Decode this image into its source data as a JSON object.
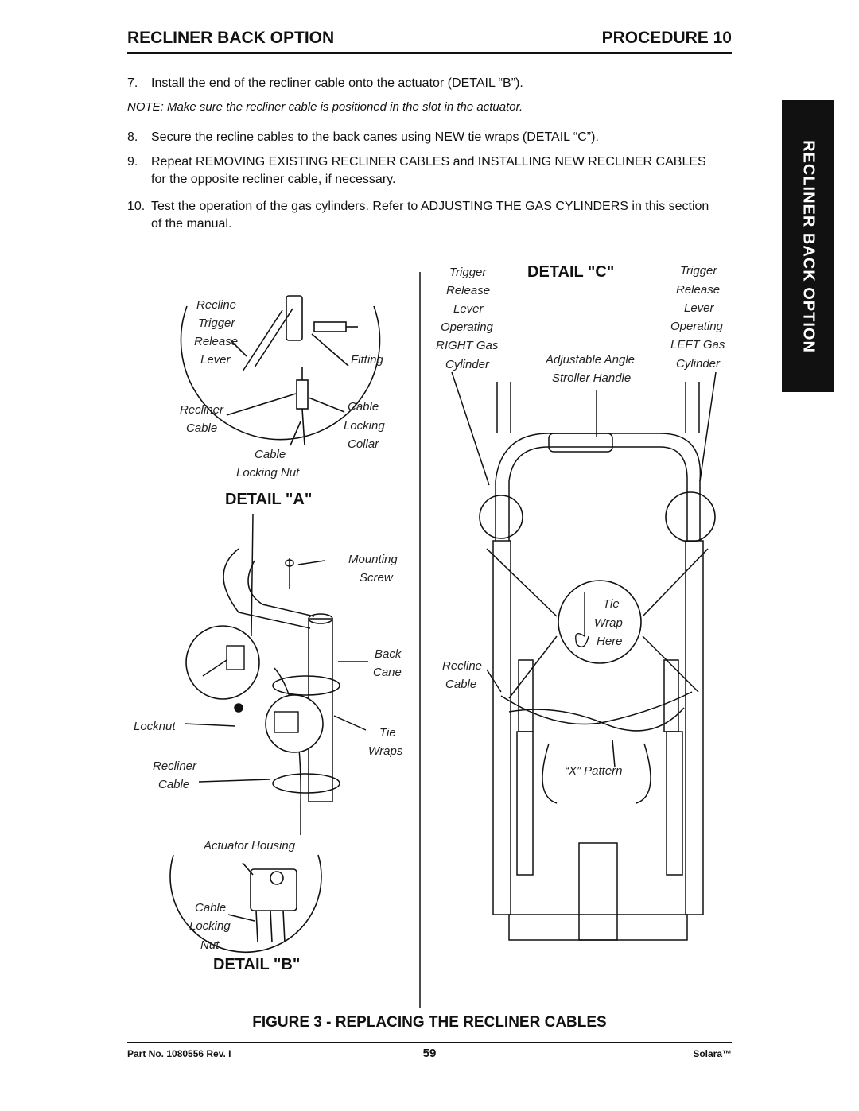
{
  "header": {
    "left": "RECLINER BACK OPTION",
    "right": "PROCEDURE 10"
  },
  "steps": [
    {
      "num": "7.",
      "text": "Install the end of the recliner cable onto the actuator (DETAIL “B”)."
    },
    {
      "num": "8.",
      "text": "Secure the recline cables to the back canes using NEW tie wraps (DETAIL “C”)."
    },
    {
      "num": "9.",
      "text": "Repeat REMOVING EXISTING RECLINER CABLES and INSTALLING NEW RECLINER CABLES for the opposite recliner cable, if necessary."
    },
    {
      "num": "10.",
      "text": "Test the operation of the gas cylinders. Refer to ADJUSTING THE GAS CYLINDERS in this section of the manual."
    }
  ],
  "note": "NOTE: Make sure the recliner cable is positioned in the slot in the actuator.",
  "side_tab": "RECLINER BACK OPTION",
  "figure": {
    "detail_a": {
      "title": "DETAIL \"A\"",
      "labels": [
        "Recline",
        "Trigger",
        "Release",
        "Lever",
        "Fitting",
        "Recliner",
        "Cable",
        "Cable",
        "Locking",
        "Collar",
        "Cable",
        "Locking Nut"
      ]
    },
    "left_view": {
      "labels": [
        "Mounting",
        "Screw",
        "Back",
        "Cane",
        "Locknut",
        "Tie",
        "Wraps",
        "Recliner",
        "Cable"
      ]
    },
    "detail_b": {
      "title": "DETAIL \"B\"",
      "labels": [
        "Actuator Housing",
        "Cable",
        "Locking",
        "Nut"
      ]
    },
    "detail_c": {
      "title": "DETAIL \"C\"",
      "labels": [
        "Trigger",
        "Release",
        "Lever",
        "Operating",
        "RIGHT Gas",
        "Cylinder",
        "Trigger",
        "Release",
        "Lever",
        "Operating",
        "LEFT Gas",
        "Cylinder",
        "Adjustable Angle",
        "Stroller Handle",
        "Tie",
        "Wrap",
        "Here",
        "Recline",
        "Cable",
        "“X” Pattern"
      ]
    }
  },
  "caption": "FIGURE 3 - REPLACING THE RECLINER CABLES",
  "footer": {
    "part": "Part No. 1080556 Rev. I",
    "page": "59",
    "brand": "Solara™"
  }
}
